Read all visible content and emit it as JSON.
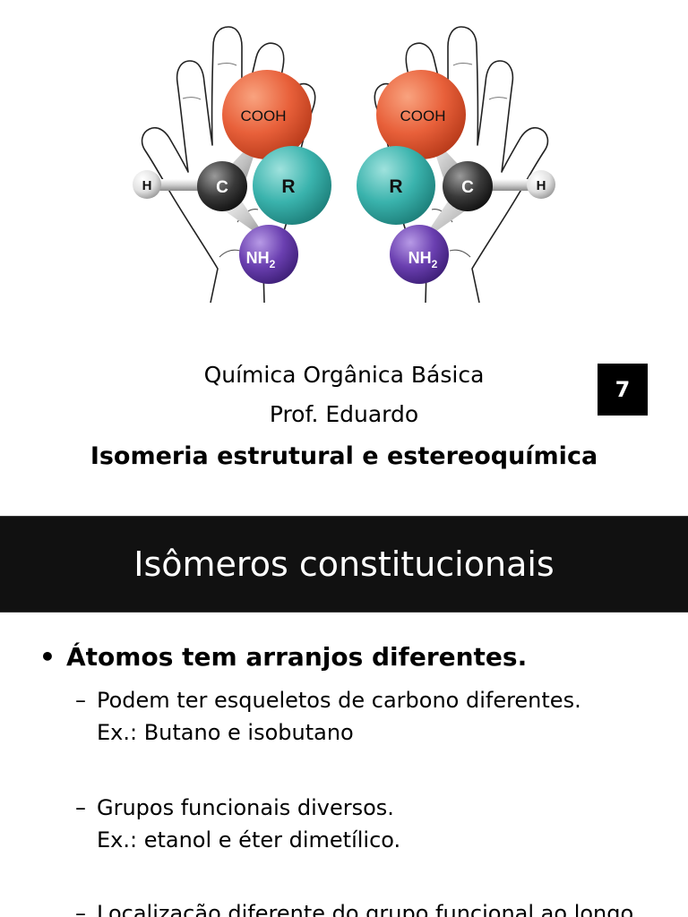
{
  "figure": {
    "left_hand": {
      "top": "COOH",
      "center": "C",
      "side": "H",
      "front": "R",
      "bottom": "NH",
      "bottom_sub": "2"
    },
    "right_hand": {
      "top": "COOH",
      "center": "C",
      "side": "H",
      "front": "R",
      "bottom": "NH",
      "bottom_sub": "2"
    },
    "colors": {
      "cooh": "#e8603a",
      "r": "#3ab3ad",
      "c": "#3a3a3a",
      "h": "#e0e0e0",
      "nh2": "#6a3fb0"
    }
  },
  "slide_info": {
    "course": "Química Orgânica Básica",
    "professor": "Prof. Eduardo",
    "lecture": "Isomeria estrutural e estereoquímica",
    "page_number": "7"
  },
  "section": {
    "title": "Isômeros constitucionais",
    "bullet": "Átomos tem arranjos diferentes.",
    "subpoints": [
      {
        "text": "Podem ter esqueletos de carbono diferentes.",
        "example": "Ex.: Butano e isobutano"
      },
      {
        "text": "Grupos funcionais diversos.",
        "example": "Ex.: etanol e éter dimetílico."
      },
      {
        "text": "Localização diferente do grupo funcional ao longo"
      }
    ]
  }
}
